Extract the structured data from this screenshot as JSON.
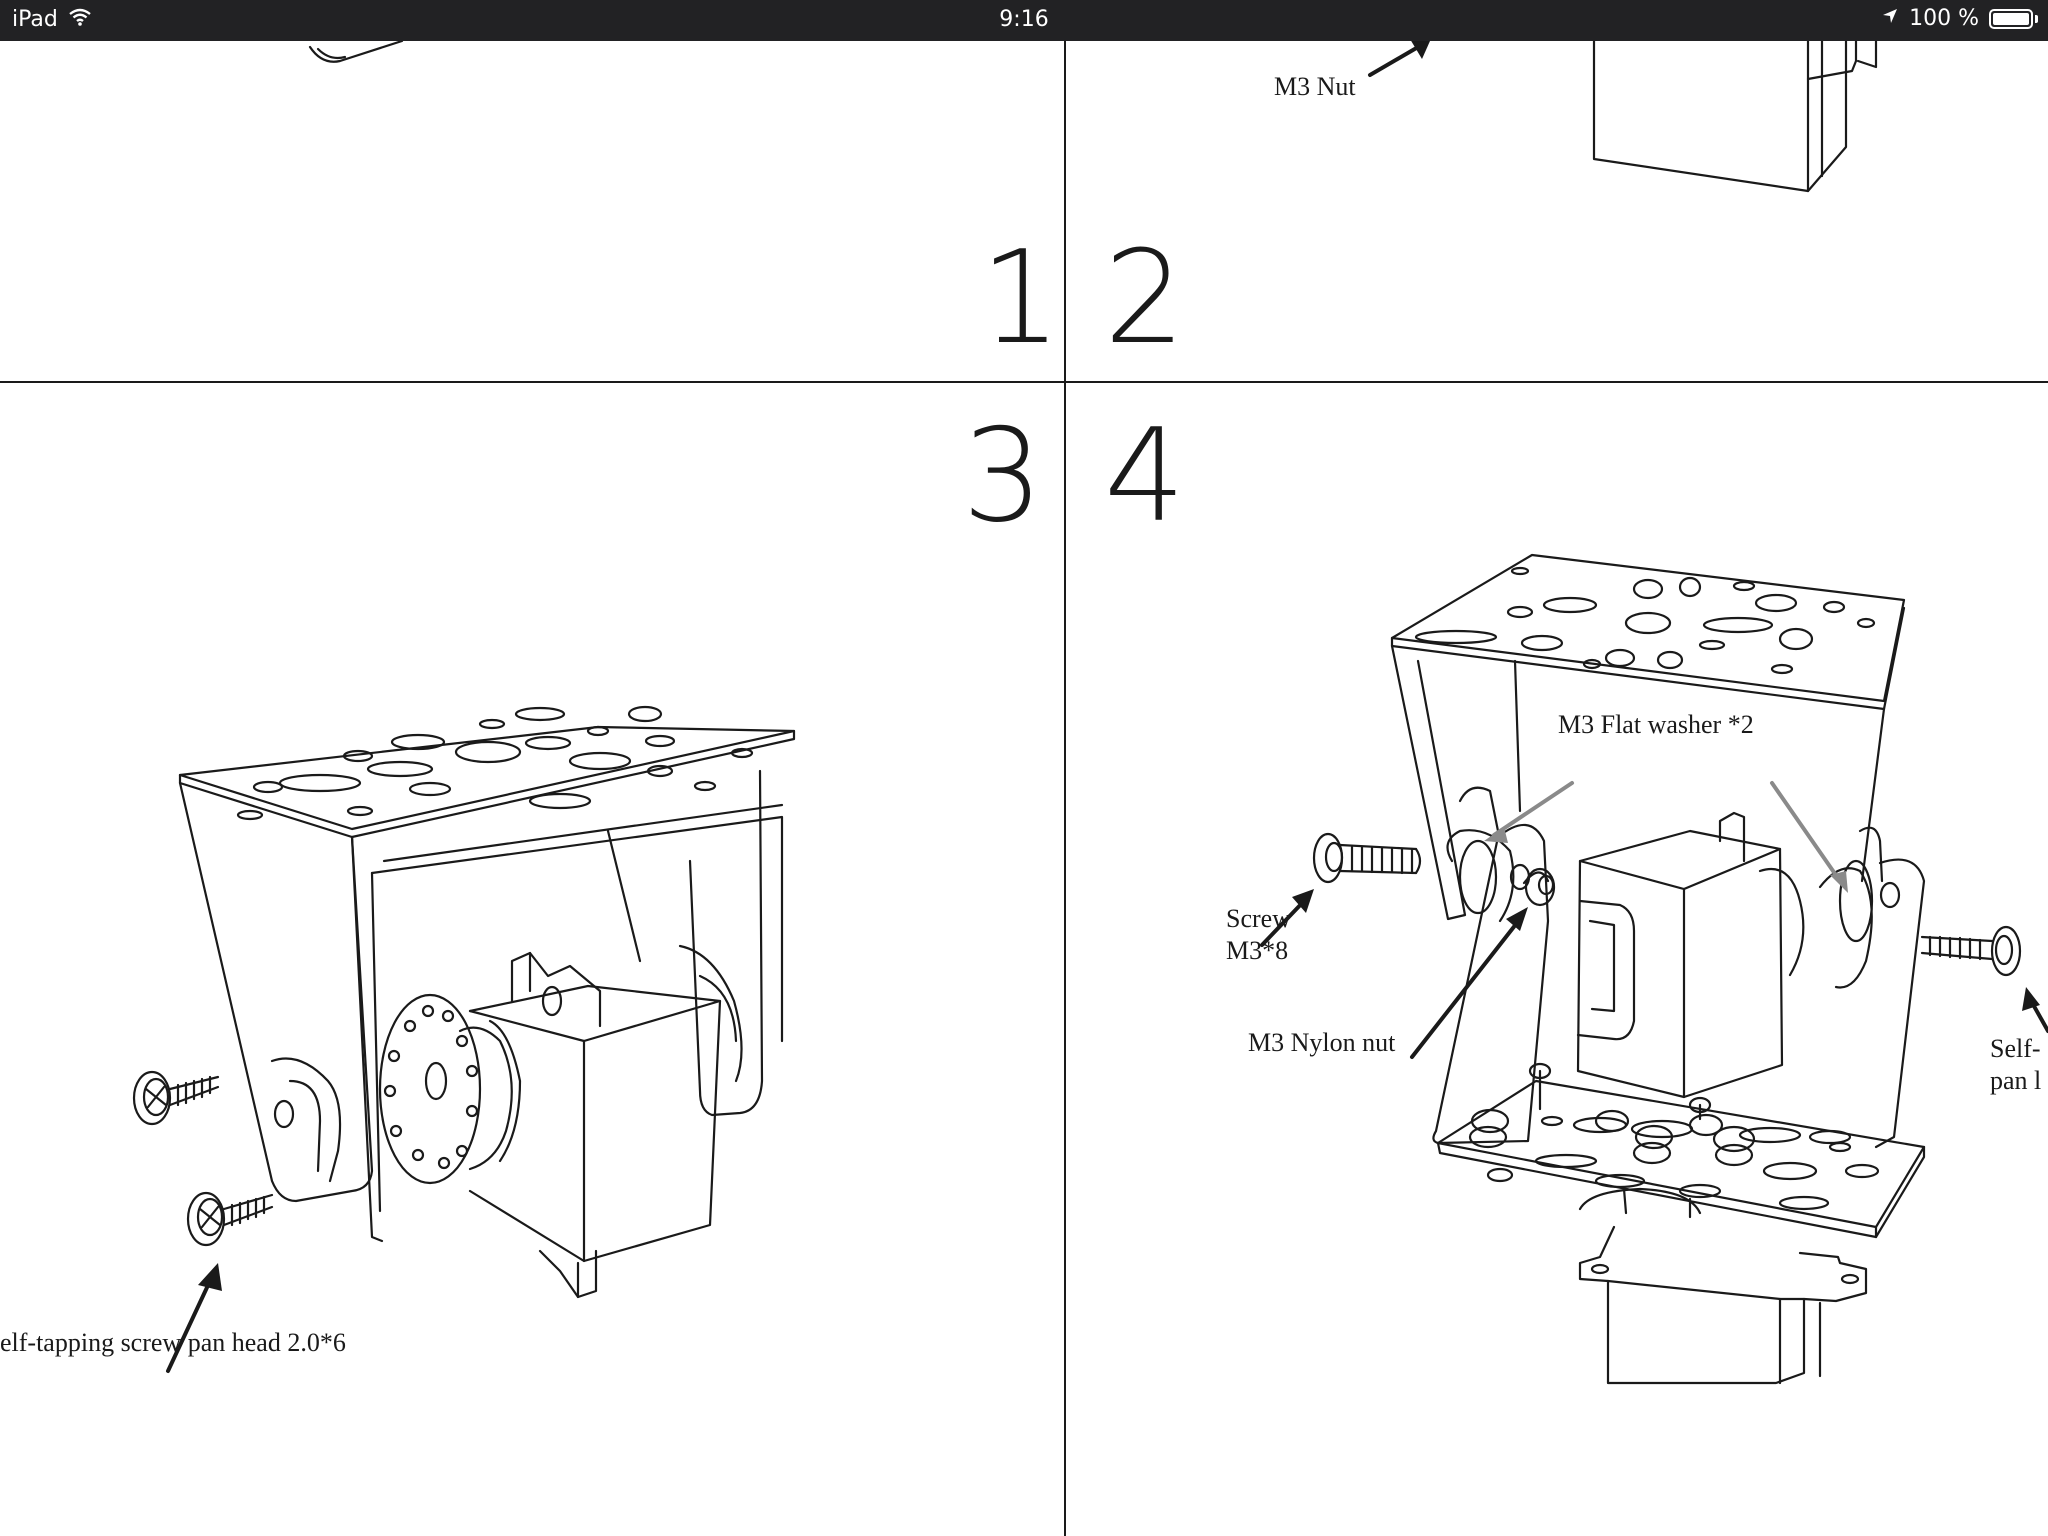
{
  "status_bar": {
    "device": "iPad",
    "time": "9:16",
    "battery_text": "100 %",
    "battery_level": 1.0,
    "icons": [
      "wifi-icon",
      "location-arrow-icon",
      "battery-icon"
    ]
  },
  "steps": [
    {
      "number": "1"
    },
    {
      "number": "2"
    },
    {
      "number": "3"
    },
    {
      "number": "4"
    }
  ],
  "callouts": {
    "m3_nut": "M3 Nut",
    "self_tapping_screw": "elf-tapping screw pan head 2.0*6",
    "m3_flat_washer": "M3 Flat washer *2",
    "screw_m3_8_line1": "Screw",
    "screw_m3_8_line2": "M3*8",
    "m3_nylon_nut": "M3  Nylon nut",
    "self_right_line1": "Self-",
    "self_right_line2": "pan l"
  }
}
